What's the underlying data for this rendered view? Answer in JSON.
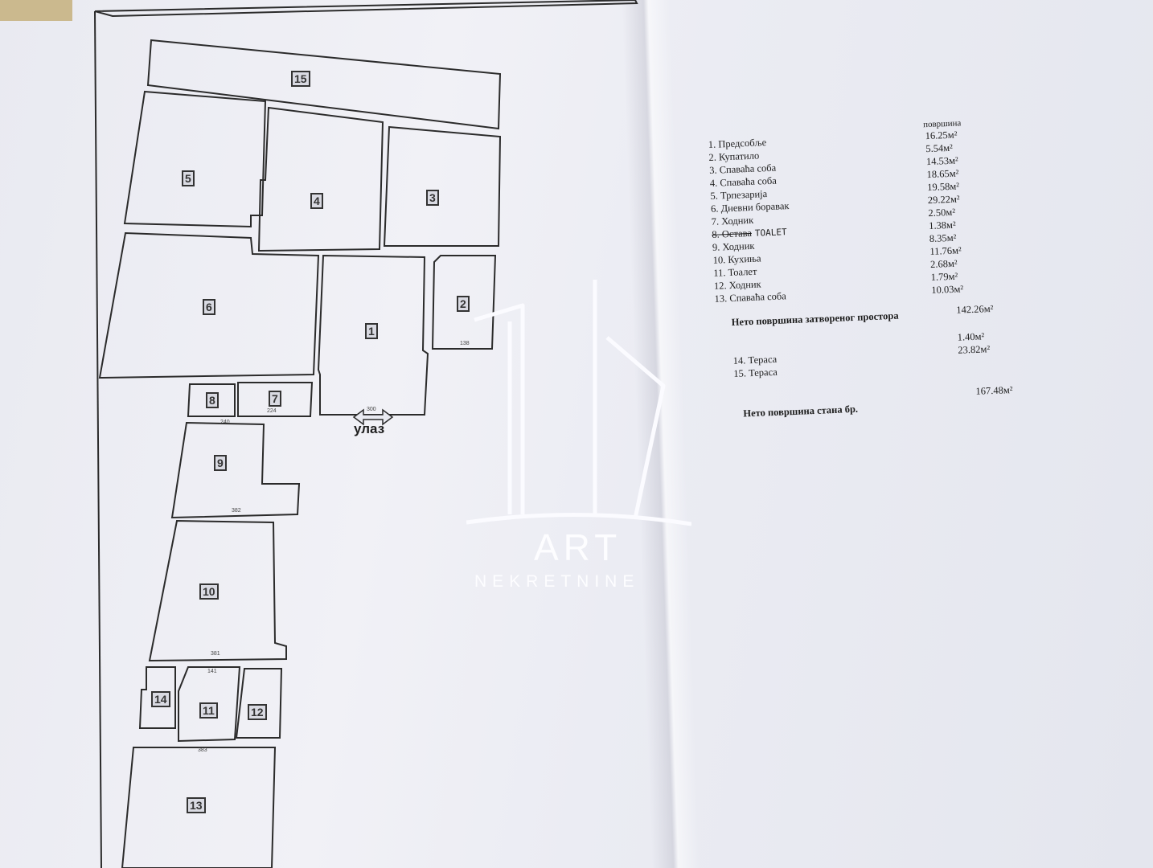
{
  "plan": {
    "entrance_label": "улаз",
    "rooms": [
      {
        "num": "15"
      },
      {
        "num": "5"
      },
      {
        "num": "4"
      },
      {
        "num": "3"
      },
      {
        "num": "6"
      },
      {
        "num": "1"
      },
      {
        "num": "2"
      },
      {
        "num": "8"
      },
      {
        "num": "7"
      },
      {
        "num": "9"
      },
      {
        "num": "10"
      },
      {
        "num": "14"
      },
      {
        "num": "11"
      },
      {
        "num": "12"
      },
      {
        "num": "13"
      }
    ],
    "dimensions": [
      "300",
      "138",
      "224",
      "240",
      "382",
      "381",
      "383",
      "141"
    ]
  },
  "table": {
    "header": "површина",
    "rows": [
      {
        "label": "1. Предсобље",
        "value": "16.25м²"
      },
      {
        "label": "2. Купатило",
        "value": "5.54м²"
      },
      {
        "label": "3. Спаваћа соба",
        "value": "14.53м²"
      },
      {
        "label": "4. Спаваћа соба",
        "value": "18.65м²"
      },
      {
        "label": "5. Трпезарија",
        "value": "19.58м²"
      },
      {
        "label": "6. Дневни боравак",
        "value": "29.22м²"
      },
      {
        "label": "7. Ходник",
        "value": "2.50м²"
      },
      {
        "label": "8. Остава",
        "value": "1.38м²",
        "note": "TOALET"
      },
      {
        "label": "9. Ходник",
        "value": "8.35м²"
      },
      {
        "label": "10. Кухиња",
        "value": "11.76м²"
      },
      {
        "label": "11. Тоалет",
        "value": "2.68м²"
      },
      {
        "label": "12. Ходник",
        "value": "1.79м²"
      },
      {
        "label": "13. Спаваћа соба",
        "value": "10.03м²"
      }
    ],
    "closed_area_label": "Нето површина затвореног простора",
    "closed_area_value": "142.26м²",
    "terraces": [
      {
        "label": "14. Тераса",
        "value": "1.40м²"
      },
      {
        "label": "15. Тераса",
        "value": "23.82м²"
      }
    ],
    "total_label": "Нето површина стана бр.",
    "total_value": "167.48м²"
  },
  "watermark": {
    "title": "ART",
    "subtitle": "NEKRETNINE"
  }
}
